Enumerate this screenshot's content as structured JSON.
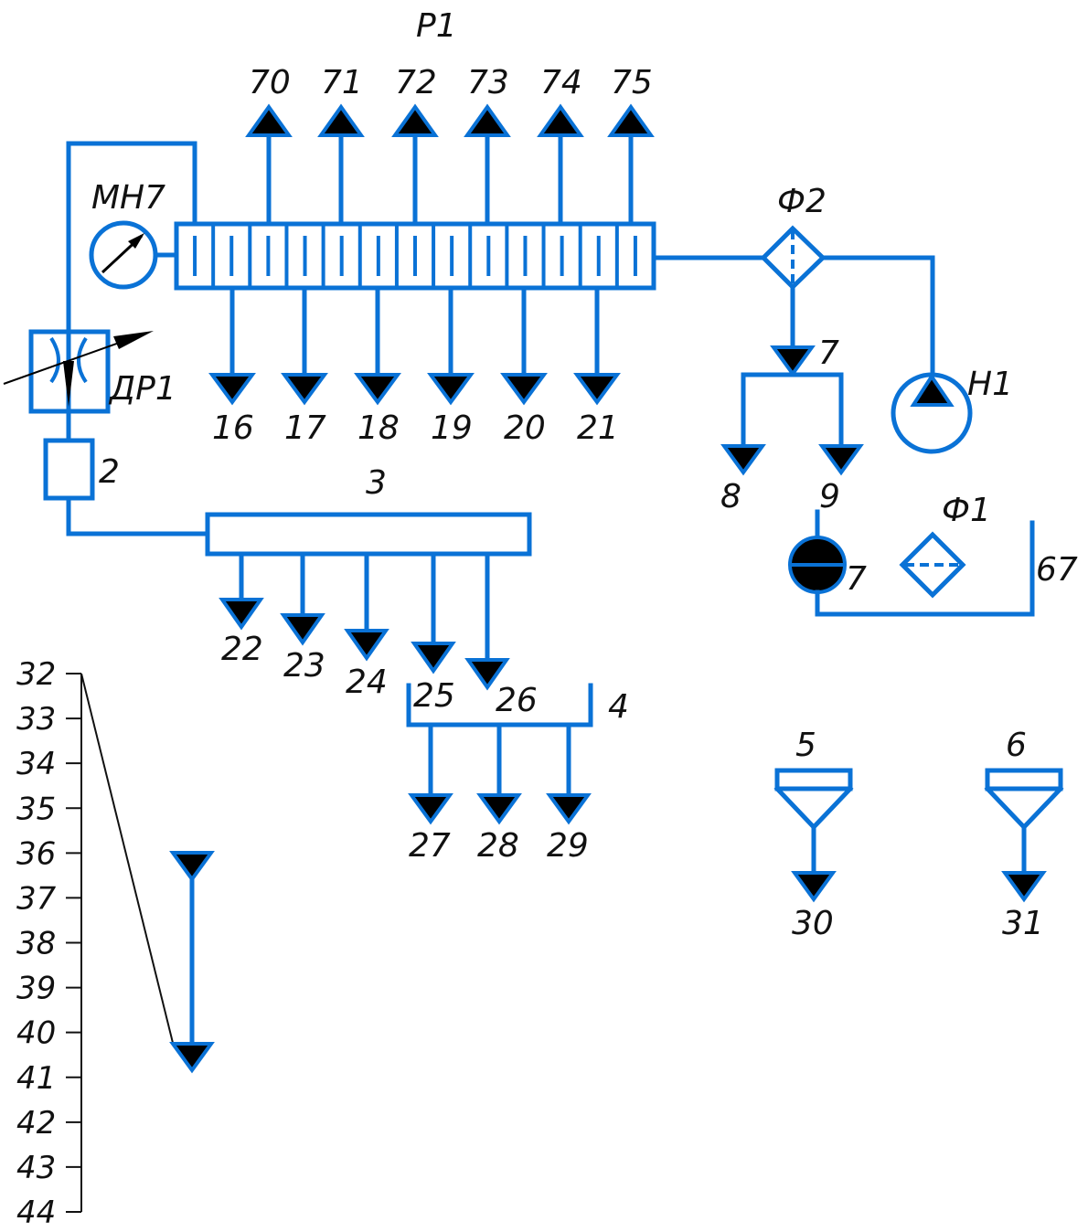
{
  "diagram": {
    "type": "hydraulic-lubrication-schematic",
    "line_color": "#0a72d6",
    "components": {
      "distributor": {
        "label": "Р1",
        "sections": 13
      },
      "pressure_gauge": {
        "label": "МН7"
      },
      "throttle": {
        "label": "ДР1"
      },
      "block_2": {
        "label": "2"
      },
      "block_3": {
        "label": "3"
      },
      "block_4": {
        "label": "4"
      },
      "filter_f2": {
        "label": "Ф2"
      },
      "filter_f1": {
        "label": "Ф1"
      },
      "pump": {
        "label": "Н1"
      },
      "node_7_top": {
        "label": "7"
      },
      "node_7_bottom": {
        "label": "7"
      },
      "tank_line": {
        "label": "67"
      },
      "funnel_5": {
        "label": "5"
      },
      "funnel_6": {
        "label": "6"
      }
    },
    "outlets_up": [
      "70",
      "71",
      "72",
      "73",
      "74",
      "75"
    ],
    "outlets_down": [
      "16",
      "17",
      "18",
      "19",
      "20",
      "21"
    ],
    "block3_outlets": [
      "22",
      "23",
      "24",
      "25",
      "26"
    ],
    "block4_outlets": [
      "27",
      "28",
      "29"
    ],
    "node7_outlets": [
      "8",
      "9"
    ],
    "funnel_outlets": [
      "30",
      "31"
    ],
    "legend_scale": [
      "32",
      "33",
      "34",
      "35",
      "36",
      "37",
      "38",
      "39",
      "40",
      "41",
      "42",
      "43",
      "44"
    ]
  }
}
